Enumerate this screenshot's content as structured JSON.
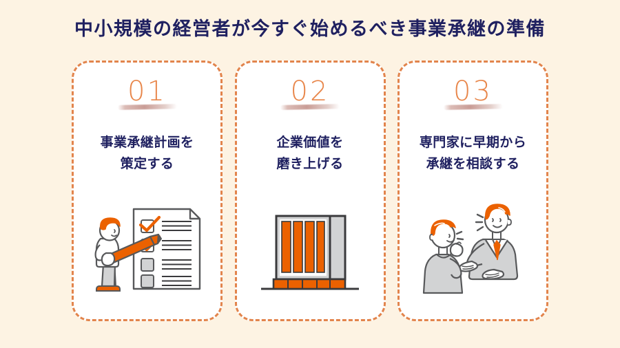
{
  "page": {
    "background_color": "#FDF3E3",
    "title": "中小規模の経営者が今すぐ始めるべき事業承継の準備"
  },
  "theme": {
    "accent_orange": "#E8864A",
    "illustration_orange": "#EB6100",
    "navy_text": "#1F2060",
    "card_background": "#FFFFFF",
    "card_border": "#E2844C",
    "line_gray": "#57585A",
    "fill_gray": "#D2D3D4"
  },
  "cards": [
    {
      "number": "01",
      "heading": "事業承継計画を\n策定する",
      "illustration_name": "checklist-person-illustration",
      "illustration_alt": "チェックリストに記入する人物のイラスト"
    },
    {
      "number": "02",
      "heading": "企業価値を\n磨き上げる",
      "illustration_name": "office-building-illustration",
      "illustration_alt": "オフィスビルのイラスト"
    },
    {
      "number": "03",
      "heading": "専門家に早期から\n承継を相談する",
      "illustration_name": "consultation-people-illustration",
      "illustration_alt": "専門家に相談する二人の人物のイラスト"
    }
  ]
}
